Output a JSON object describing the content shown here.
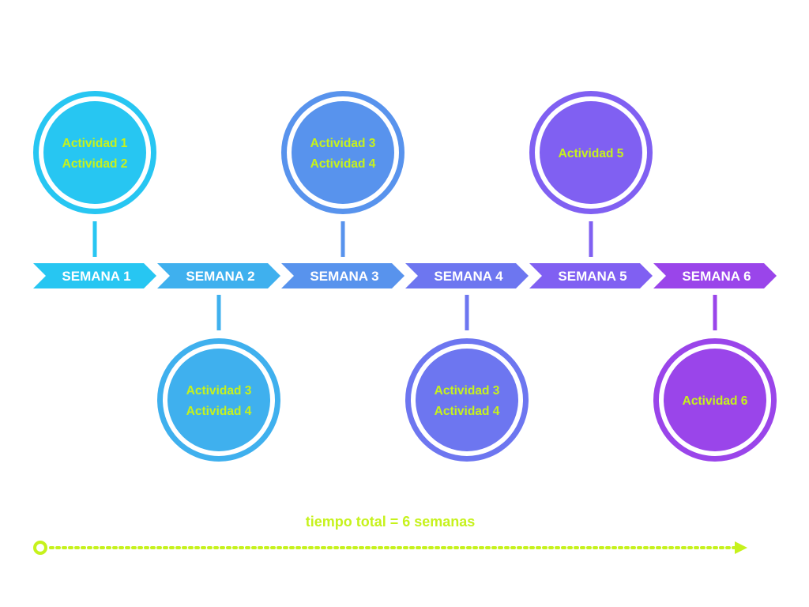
{
  "timeline": {
    "weeks": [
      {
        "label": "SEMANA 1",
        "color": "#27c6f2",
        "bubble": {
          "position": "top",
          "lines": [
            "Actividad 1",
            "Actividad 2"
          ]
        }
      },
      {
        "label": "SEMANA 2",
        "color": "#3fb0ee",
        "bubble": {
          "position": "bottom",
          "lines": [
            "Actividad 3",
            "Actividad 4"
          ]
        }
      },
      {
        "label": "SEMANA 3",
        "color": "#5893ed",
        "bubble": {
          "position": "top",
          "lines": [
            "Actividad 3",
            "Actividad 4"
          ]
        }
      },
      {
        "label": "SEMANA 4",
        "color": "#6d76f0",
        "bubble": {
          "position": "bottom",
          "lines": [
            "Actividad 3",
            "Actividad 4"
          ]
        }
      },
      {
        "label": "SEMANA 5",
        "color": "#8060f2",
        "bubble": {
          "position": "top",
          "lines": [
            "Actividad 5"
          ]
        }
      },
      {
        "label": "SEMANA 6",
        "color": "#9a45ea",
        "bubble": {
          "position": "bottom",
          "lines": [
            "Actividad 6"
          ]
        }
      }
    ]
  },
  "total": {
    "label": "tiempo total = 6 semanas",
    "color": "#c6f21c"
  },
  "colors": {
    "activity_text": "#c6f21c",
    "background": "#ffffff"
  }
}
